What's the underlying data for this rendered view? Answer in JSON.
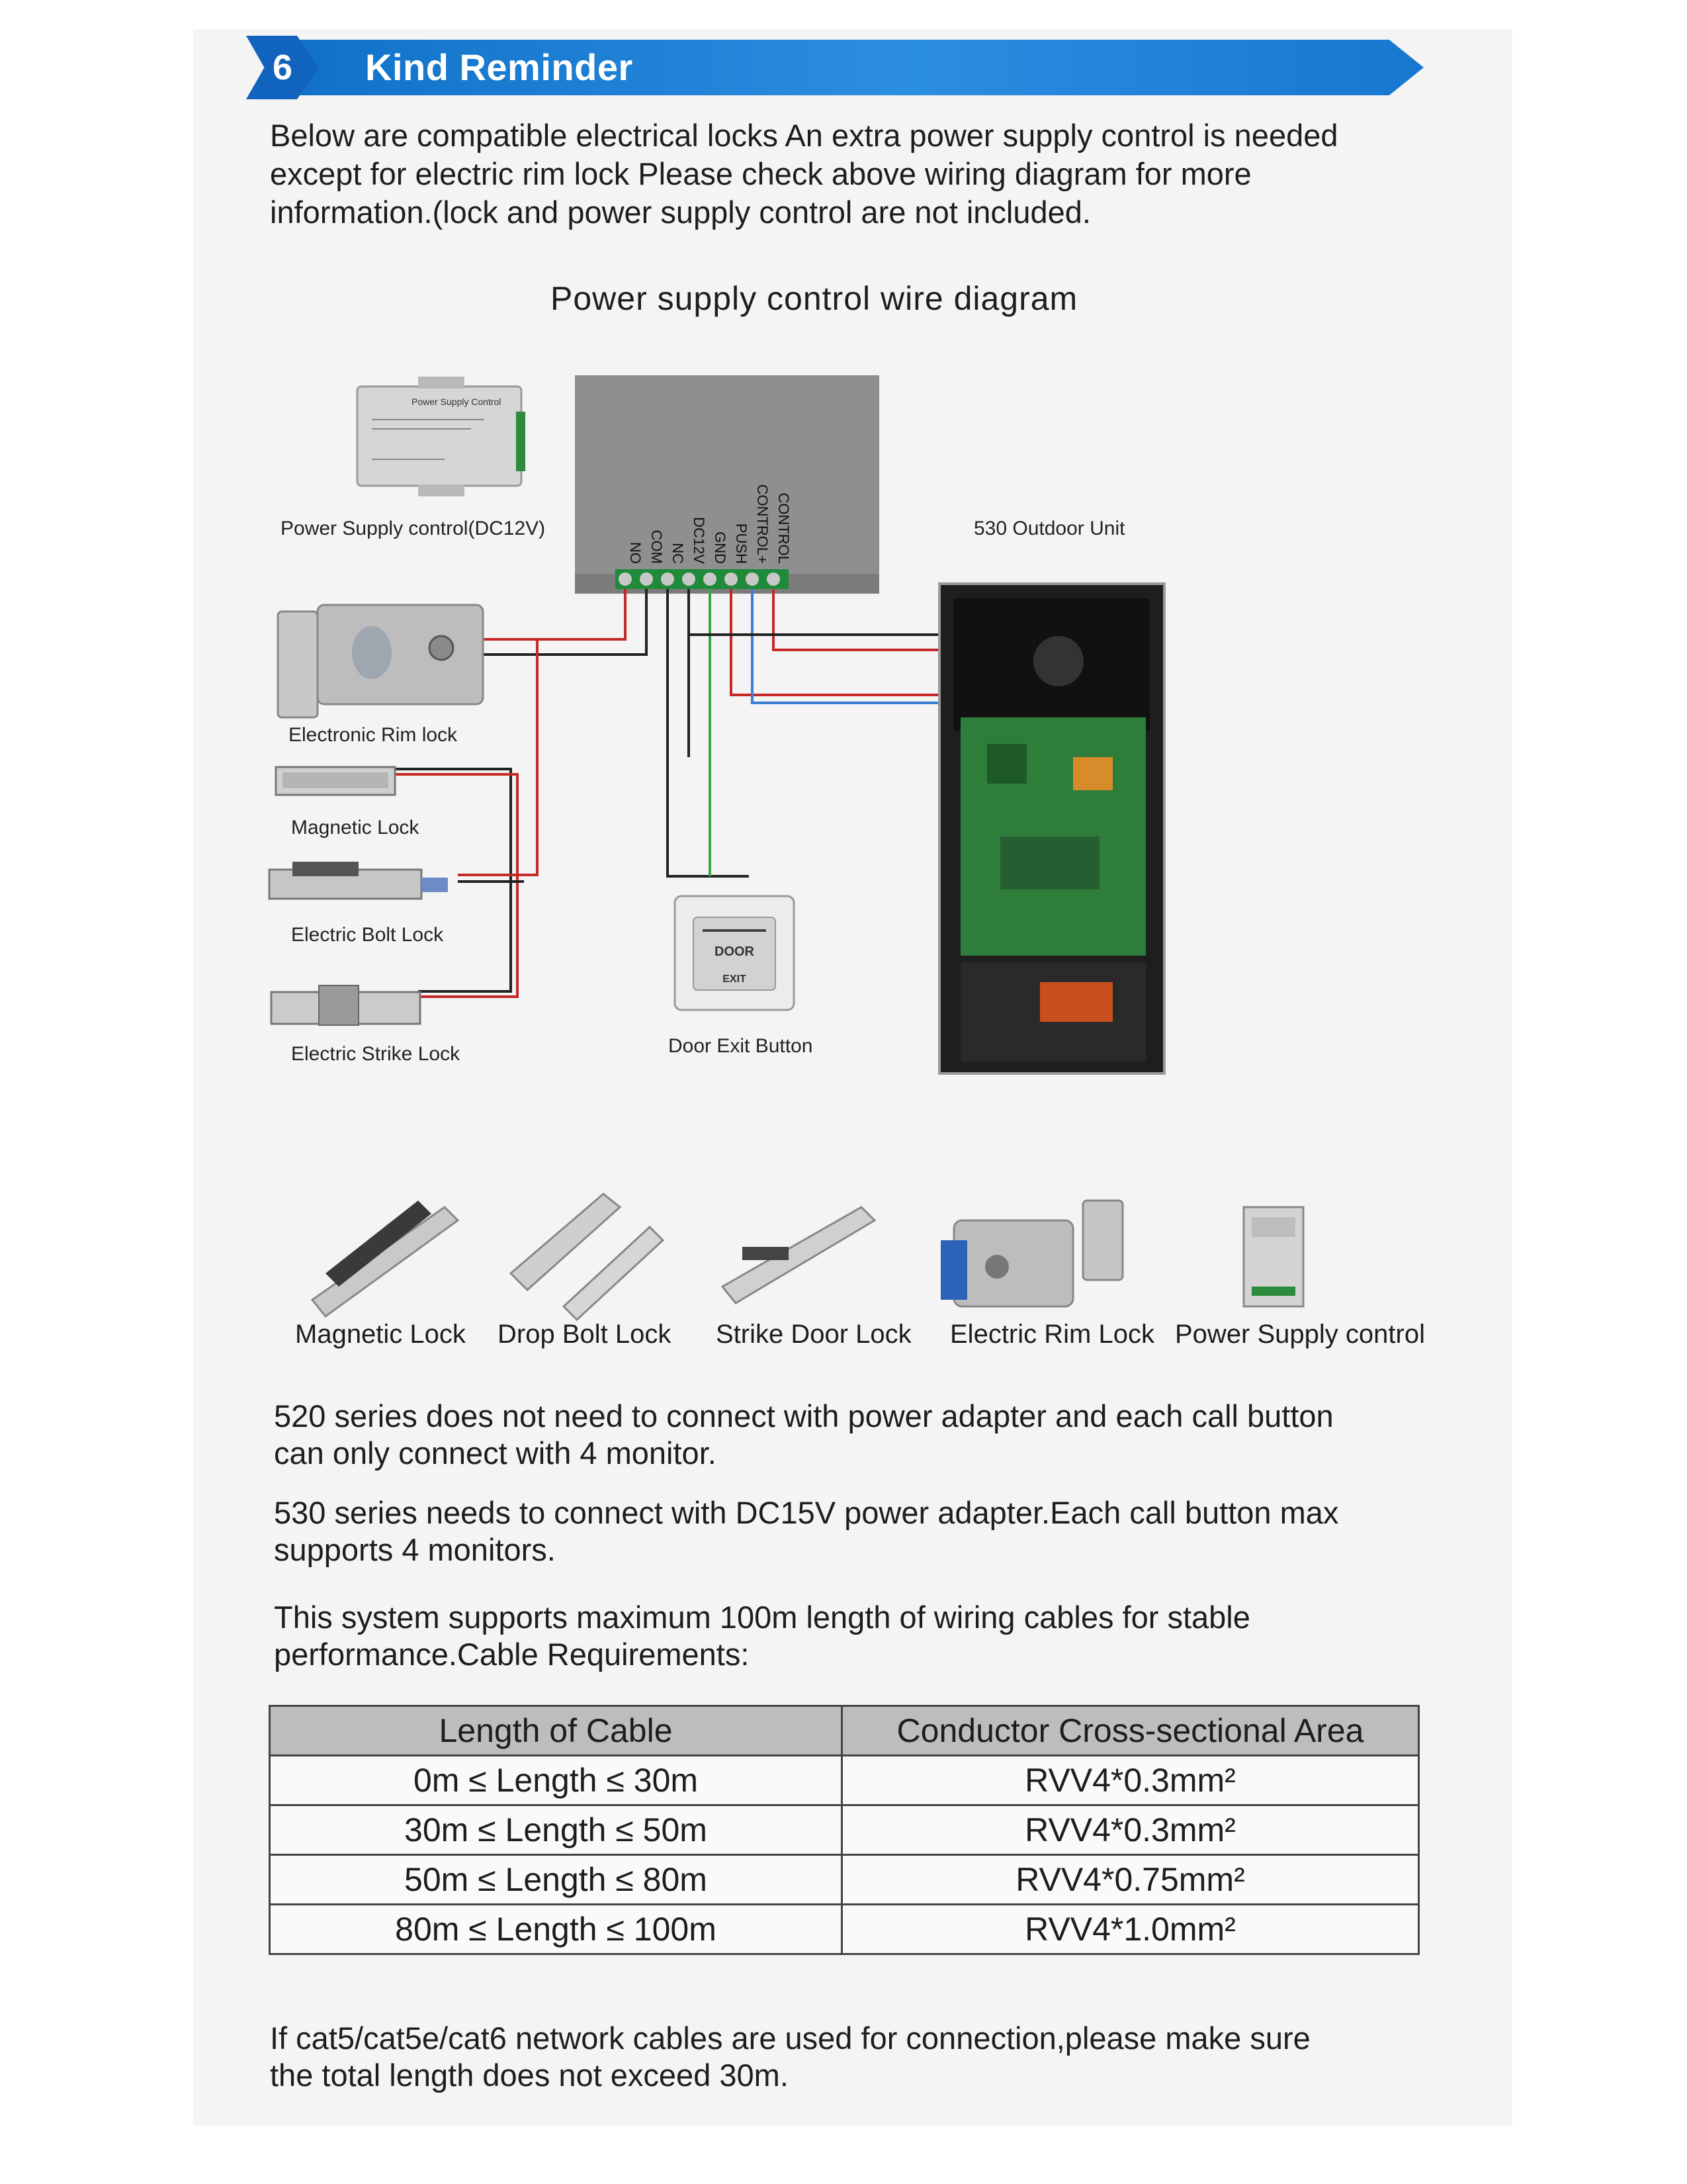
{
  "header": {
    "number": "6",
    "title": "Kind Reminder"
  },
  "intro": [
    "Below are compatible electrical locks An extra power supply control is needed",
    "except for electric rim lock Please check above wiring diagram for more",
    "information.(lock and power supply control are not included."
  ],
  "diagram": {
    "title": "Power supply control wire diagram",
    "power_supply_label": "Power Supply control(DC12V)",
    "power_supply_plate": "Power Supply Control",
    "outdoor_unit_label": "530 Outdoor Unit",
    "terminals": [
      "NO",
      "COM",
      "NC",
      "DC12V",
      "GND",
      "PUSH",
      "CONTROL+",
      "CONTROL"
    ],
    "locks": [
      "Electronic Rim lock",
      "Magnetic Lock",
      "Electric Bolt Lock",
      "Electric Strike Lock"
    ],
    "exit_button_label": "Door Exit Button",
    "exit_button_top": "DOOR",
    "exit_button_bottom": "EXIT"
  },
  "gallery": [
    "Magnetic Lock",
    "Drop Bolt Lock",
    "Strike Door Lock",
    "Electric Rim Lock",
    "Power Supply control"
  ],
  "notes": {
    "series_520": [
      "520 series does not need to connect with power adapter and each call button",
      "can only connect with 4 monitor."
    ],
    "series_530": [
      "530 series needs to connect with DC15V power adapter.Each call button max",
      "supports 4 monitors."
    ],
    "cable_intro": [
      "This system supports maximum 100m length of wiring cables for stable",
      "performance.Cable Requirements:"
    ]
  },
  "cable_table": {
    "headers": [
      "Length of Cable",
      "Conductor Cross-sectional Area"
    ],
    "rows": [
      [
        "0m ≤ Length ≤ 30m",
        "RVV4*0.3mm²"
      ],
      [
        "30m ≤ Length ≤ 50m",
        "RVV4*0.3mm²"
      ],
      [
        "50m ≤ Length ≤ 80m",
        "RVV4*0.75mm²"
      ],
      [
        "80m ≤ Length ≤ 100m",
        "RVV4*1.0mm²"
      ]
    ]
  },
  "footnote": [
    "If cat5/cat5e/cat6 network cables are used for connection,please make sure",
    "the total length does not exceed 30m."
  ],
  "colors": {
    "banner": "#1877d0",
    "wire_red": "#c62828",
    "wire_black": "#222222",
    "wire_green": "#3aa64a",
    "wire_blue": "#3b7fd6",
    "pcb": "#2f7d3a"
  }
}
